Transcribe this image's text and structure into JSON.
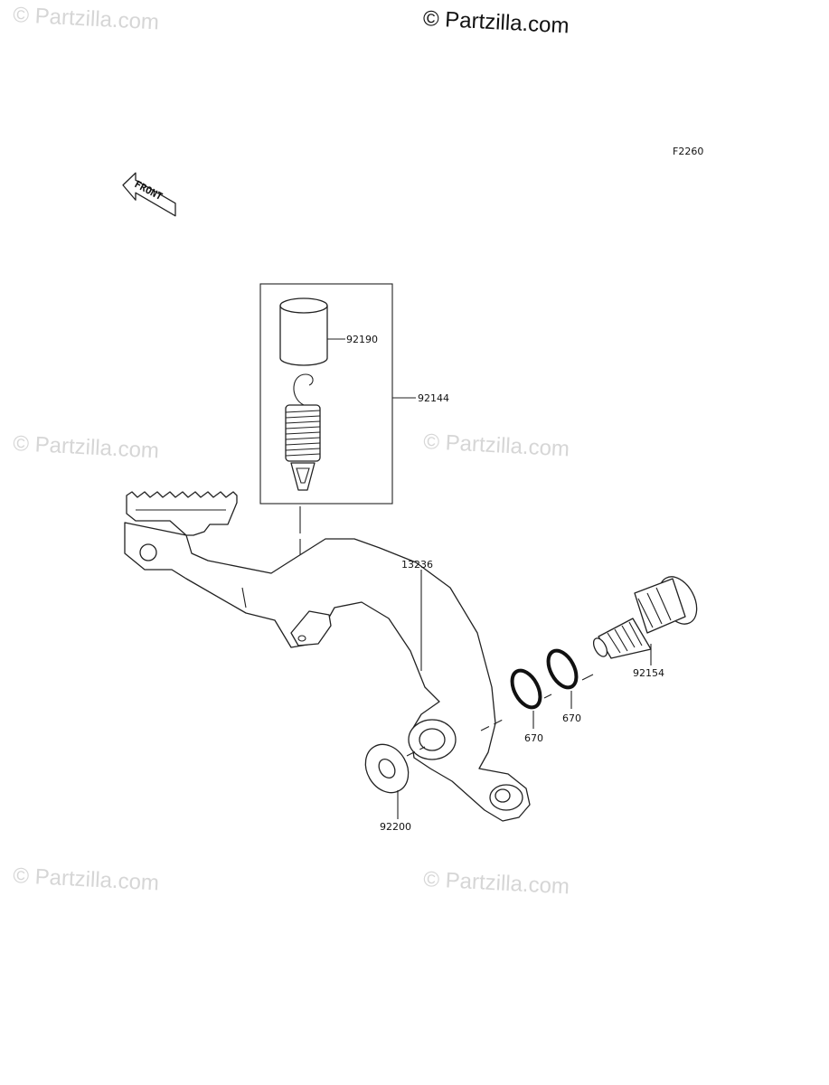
{
  "watermarks": {
    "top_center": "© Partzilla.com",
    "faint": "© Partzilla.com"
  },
  "figure_code": "F2260",
  "front_arrow_label": "FRONT",
  "parts": {
    "sleeve": "92190",
    "spring_kit": "92144",
    "pedal": "13236",
    "pivot_shaft": "92154",
    "o_ring_left": "670",
    "o_ring_right": "670",
    "washer": "92200"
  }
}
